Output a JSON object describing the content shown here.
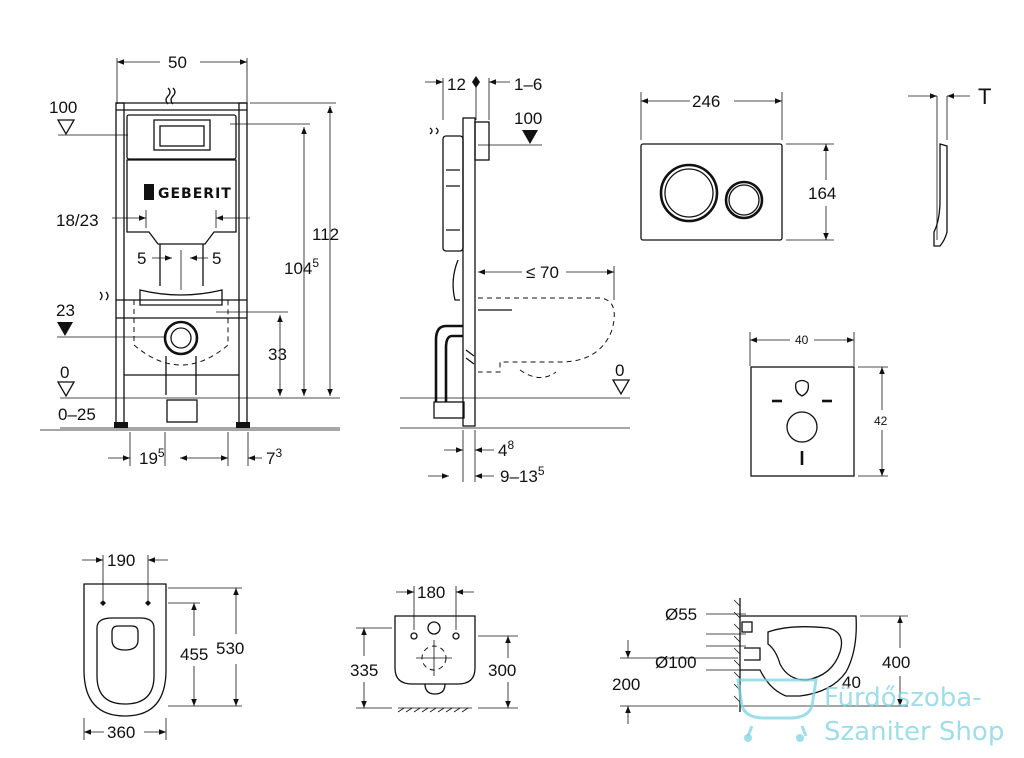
{
  "front_view": {
    "width": "50",
    "top_level": "100",
    "flush_outlet": "18/23",
    "offset_left": "5",
    "offset_right": "5",
    "height_total": "112",
    "height_mid": "104",
    "height_mid_sup": "5",
    "level_23": "23",
    "height_33": "33",
    "level_zero": "0",
    "floor_range": "0–25",
    "bottom_left": "19",
    "bottom_left_sup": "5",
    "bottom_right": "7",
    "bottom_right_sup": "3",
    "brand": "GEBERIT"
  },
  "side_view": {
    "depth_12": "12",
    "depth_1_6": "1–6",
    "level_100": "100",
    "projection": "≤ 70",
    "level_zero": "0",
    "bottom_a": "4",
    "bottom_a_sup": "8",
    "bottom_b": "9–13",
    "bottom_b_sup": "5"
  },
  "flush_plate": {
    "width": "246",
    "height": "164",
    "thickness": "T"
  },
  "sound_pad": {
    "width": "40",
    "height": "42"
  },
  "bowl_top": {
    "width_190": "190",
    "length_455": "455",
    "length_530": "530",
    "width_360": "360"
  },
  "bowl_back": {
    "width_180": "180",
    "height_335": "335",
    "height_300": "300"
  },
  "bowl_side": {
    "diameter_55": "Ø55",
    "diameter_100": "Ø100",
    "height_200": "200",
    "height_400": "400",
    "offset_40": "40"
  },
  "watermark": {
    "line1": "Fürdőszoba-",
    "line2": "Szaniter Shop"
  }
}
